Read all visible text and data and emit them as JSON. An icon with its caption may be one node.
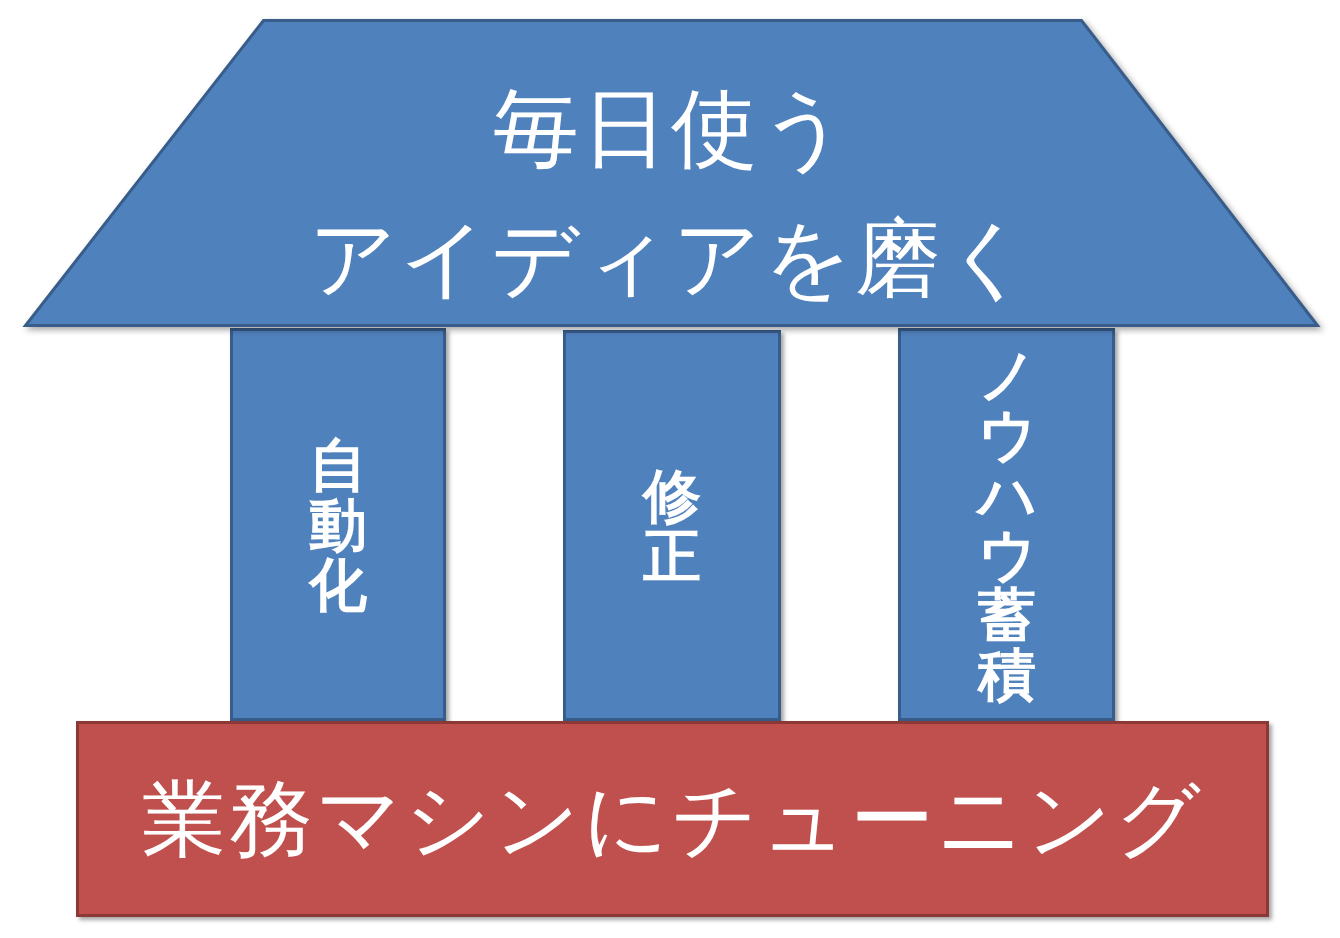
{
  "diagram": {
    "nodes": [
      {
        "text": [
          "毎日使うアイディアを磨く"
        ]
      },
      {
        "text": [
          "自動化"
        ]
      },
      {
        "text": [
          "修正"
        ]
      },
      {
        "text": [
          "ノウハウ蓄積"
        ]
      },
      {
        "text": [
          "業務マシンにチューニング"
        ]
      }
    ]
  }
}
